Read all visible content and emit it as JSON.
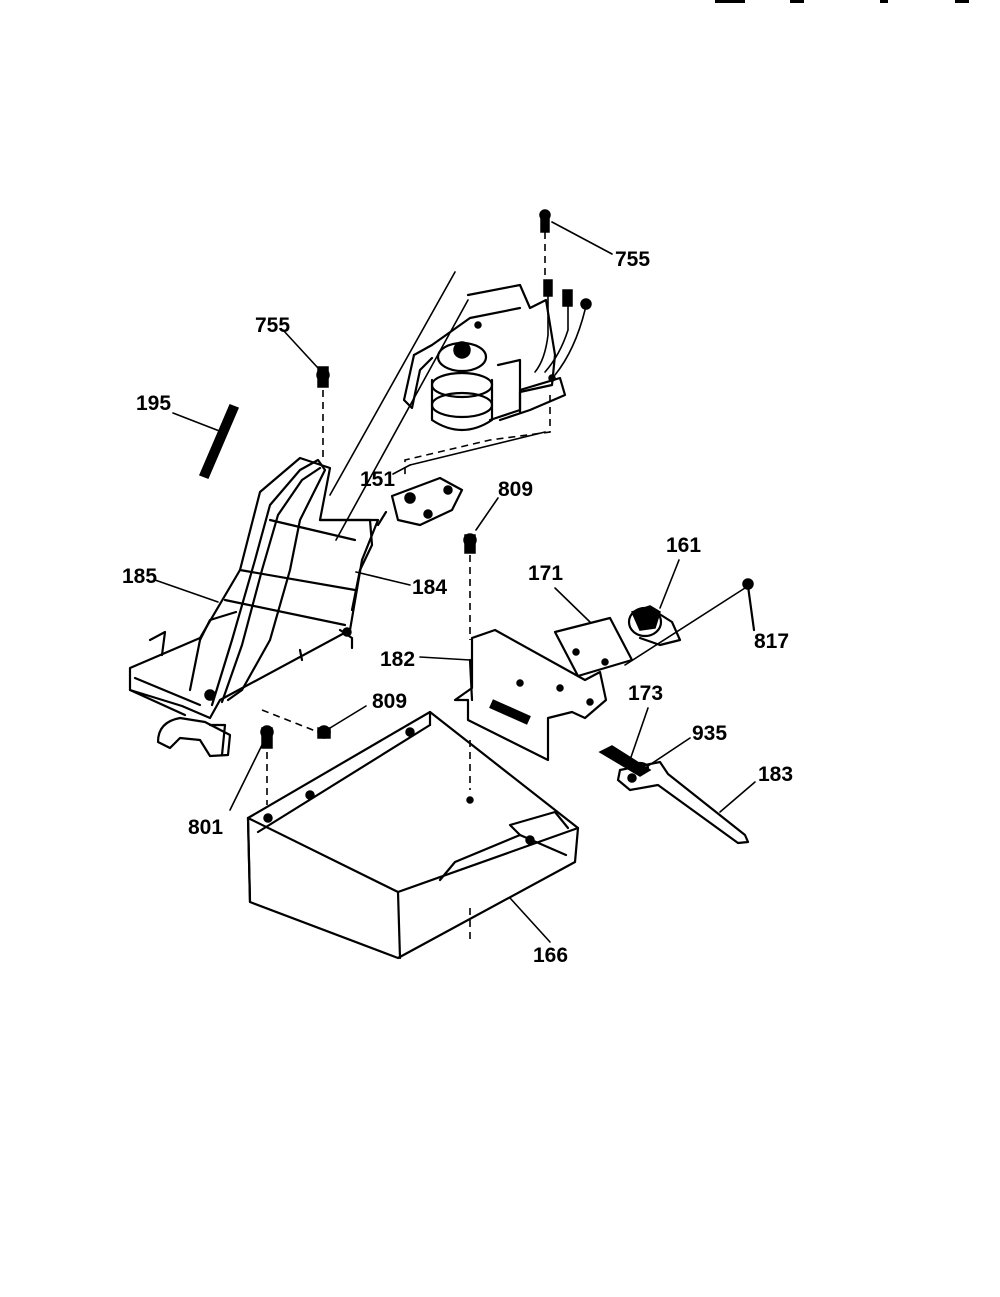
{
  "diagram": {
    "callouts": [
      {
        "id": "755-top",
        "text": "755"
      },
      {
        "id": "755-left",
        "text": "755"
      },
      {
        "id": "195",
        "text": "195"
      },
      {
        "id": "151",
        "text": "151"
      },
      {
        "id": "809-top",
        "text": "809"
      },
      {
        "id": "161",
        "text": "161"
      },
      {
        "id": "171",
        "text": "171"
      },
      {
        "id": "185",
        "text": "185"
      },
      {
        "id": "184",
        "text": "184"
      },
      {
        "id": "817",
        "text": "817"
      },
      {
        "id": "182",
        "text": "182"
      },
      {
        "id": "809-mid",
        "text": "809"
      },
      {
        "id": "173",
        "text": "173"
      },
      {
        "id": "935",
        "text": "935"
      },
      {
        "id": "183",
        "text": "183"
      },
      {
        "id": "801",
        "text": "801"
      },
      {
        "id": "166",
        "text": "166"
      }
    ]
  }
}
